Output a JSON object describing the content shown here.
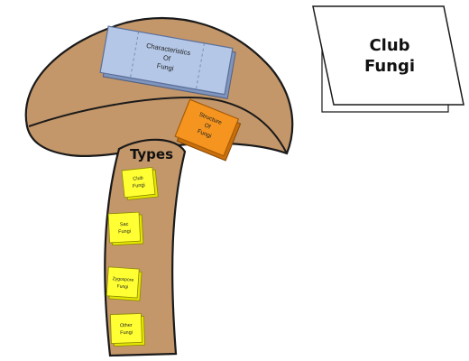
{
  "title_card": {
    "line1": "Club",
    "line2": "Fungi"
  },
  "cap": {
    "blue_flap": {
      "line1": "Characteristics",
      "line2": "Of",
      "line3": "Fungi"
    },
    "orange_flap": {
      "line1": "Structure",
      "line2": "Of",
      "line3": "Fungi"
    }
  },
  "stem": {
    "heading": "Types",
    "notes": [
      {
        "line1": "Club",
        "line2": "Fungi"
      },
      {
        "line1": "Sac",
        "line2": "Fungi"
      },
      {
        "line1": "Zygospore",
        "line2": "Fungi"
      },
      {
        "line1": "Other",
        "line2": "Fungi"
      }
    ]
  },
  "colors": {
    "mushroom": "#c4976a",
    "outline": "#1a1a1a",
    "blue_flap": "#b4c7e7",
    "orange_flap": "#f5951f",
    "sticky_note": "#ffff33",
    "card": "#ffffff"
  }
}
